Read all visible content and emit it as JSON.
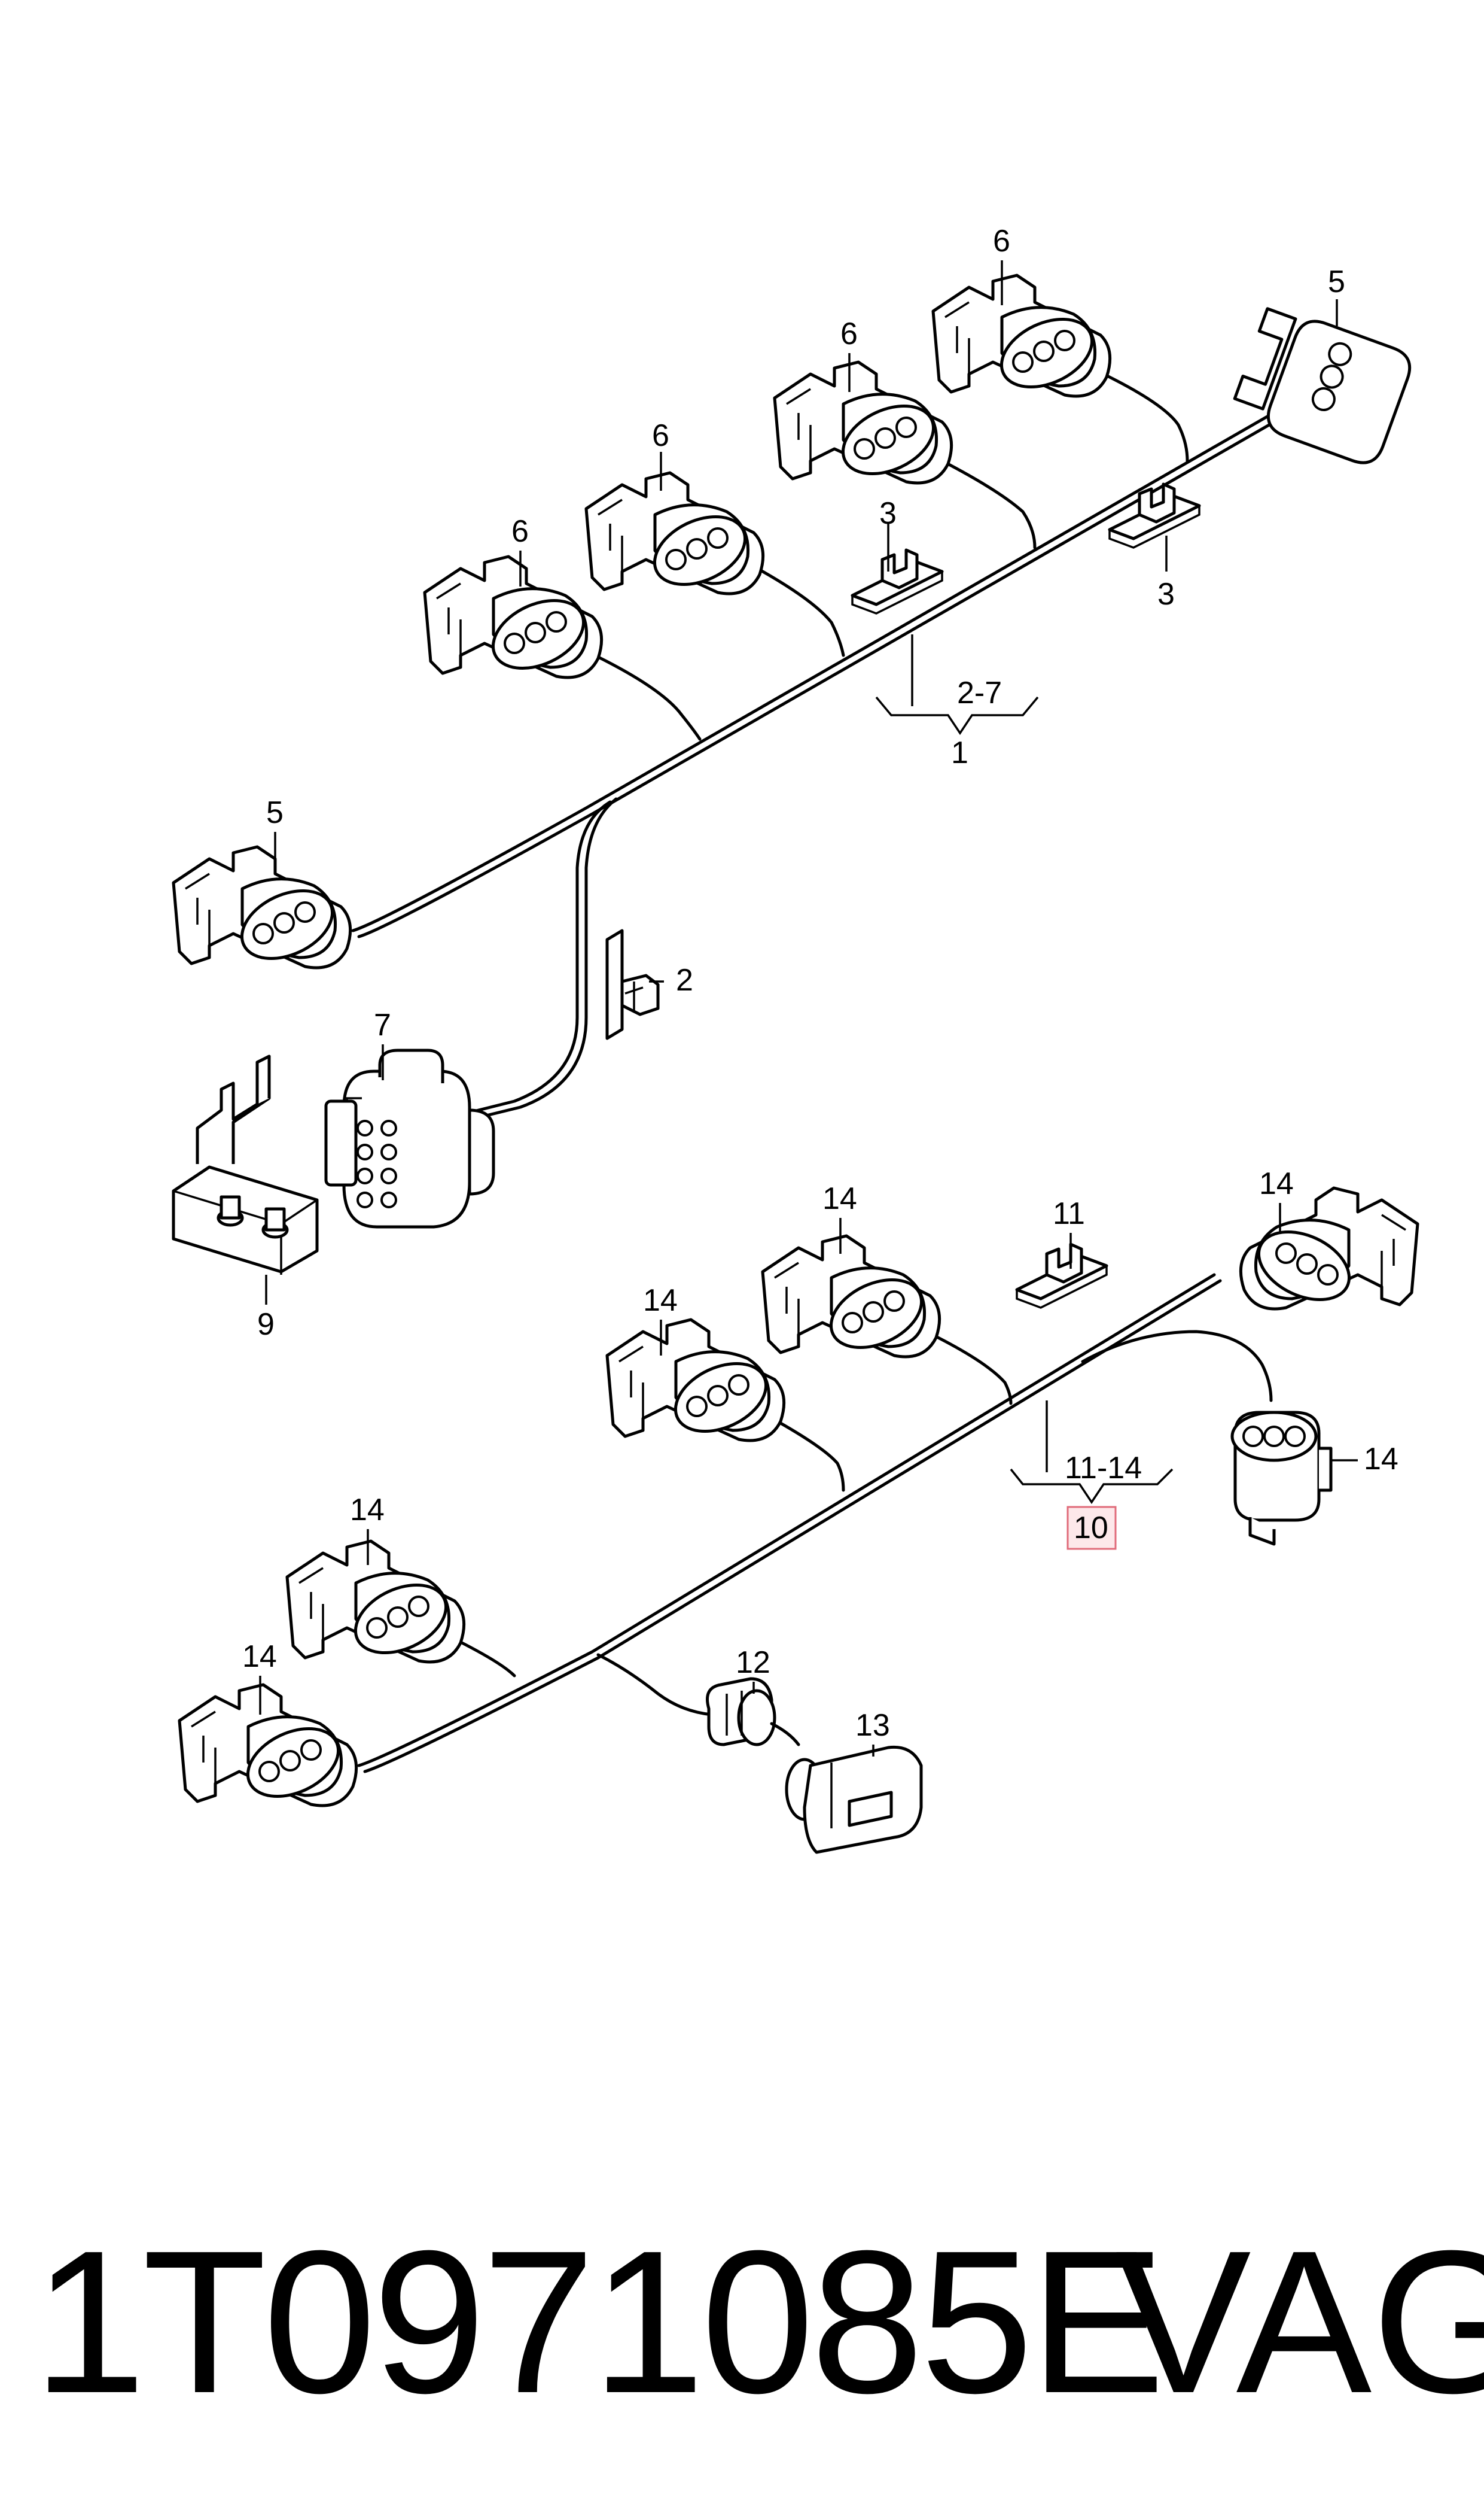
{
  "callouts": {
    "c1": "1",
    "c1_range": "2-7",
    "c2": "2",
    "c3a": "3",
    "c3b": "3",
    "c5a": "5",
    "c5b": "5",
    "c6a": "6",
    "c6b": "6",
    "c6c": "6",
    "c6d": "6",
    "c7": "7",
    "c9": "9",
    "c10": "10",
    "c10_range": "11-14",
    "c11": "11",
    "c12": "12",
    "c13": "13",
    "c14a": "14",
    "c14b": "14",
    "c14c": "14",
    "c14d": "14",
    "c14e": "14",
    "c14f": "14"
  },
  "footer": {
    "part_number": "1T0971085E",
    "brand": "VAG"
  },
  "colors": {
    "line": "#000000",
    "background": "#ffffff",
    "highlight_fill": "#fde8ea",
    "highlight_border": "#e06b7a"
  }
}
